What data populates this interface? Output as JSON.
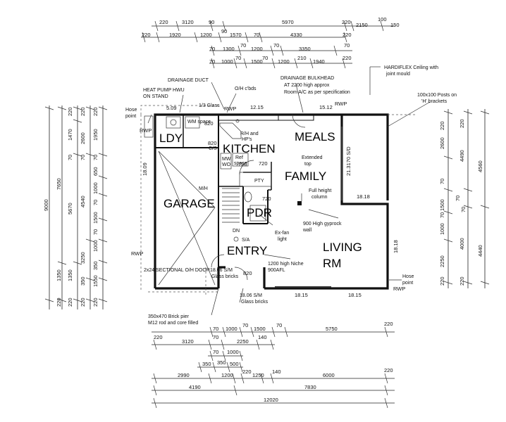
{
  "dims_top": {
    "r1": [
      "220",
      "3120",
      "90",
      "5970",
      "220",
      "2150",
      "100",
      "150"
    ],
    "r2": [
      "220",
      "1920",
      "1200",
      "90",
      "1570",
      "70",
      "4330",
      "220"
    ],
    "r3": [
      "70",
      "1300",
      "70",
      "1200",
      "70",
      "3350",
      "70"
    ],
    "r4": [
      "70",
      "1000",
      "70",
      "1500",
      "70",
      "1200",
      "210",
      "1940",
      "220"
    ]
  },
  "dims_left_outer": [
    "9000"
  ],
  "dims_left_a": [
    "7650",
    "1350",
    "220"
  ],
  "dims_left_b": [
    "220",
    "1470",
    "70",
    "5670",
    "1350",
    "220"
  ],
  "dims_left_c": [
    "220",
    "2600",
    "70",
    "4540",
    "3250",
    "350",
    "220"
  ],
  "dims_left_d": [
    "220",
    "1950",
    "70",
    "650",
    "1000",
    "70",
    "1500",
    "70",
    "1000",
    "350",
    "1550",
    "220"
  ],
  "dims_right_a": [
    "220",
    "2600",
    "70",
    "1500",
    "70",
    "1000",
    "2250",
    "220"
  ],
  "dims_right_b": [
    "220",
    "4490",
    "70",
    "70",
    "4000",
    "220"
  ],
  "dims_right_c": [
    "4560",
    "4440"
  ],
  "dims_bottom": {
    "r1": [
      "70",
      "1000",
      "70",
      "1500",
      "70",
      "5750",
      "220"
    ],
    "r2": [
      "220",
      "3120",
      "70",
      "2250",
      "140"
    ],
    "r3": [
      "70",
      "1000"
    ],
    "r4": [
      "350",
      "350",
      "500"
    ],
    "r5": [
      "2990",
      "1200",
      "220",
      "1250",
      "140",
      "6000",
      "220"
    ],
    "r6": [
      "4190",
      "7830"
    ],
    "r7": [
      "12020"
    ]
  },
  "rooms": {
    "ldy": "LDY",
    "kitchen": "KITCHEN",
    "meals": "MEALS",
    "family": "FAMILY",
    "garage": "GARAGE",
    "pdr": "PDR",
    "entry": "ENTRY",
    "living": "LIVING",
    "rm": "RM"
  },
  "notes": {
    "drainage_duct": "DRAINAGE DUCT",
    "drainage_bulkhead": "DRAINAGE BULKHEAD",
    "bulkhead_2": "AT 2200 high approx",
    "aircon": "Room A/C as per specification",
    "hardiflex_1": "HARDIFLEX Ceiling with",
    "hardiflex_2": "joint mould",
    "heat_pump_1": "HEAT PUMP HWU",
    "heat_pump_2": "ON STAND",
    "oh_cbds": "O/H c'bds",
    "glass_13": "1/3 Glass",
    "posts_1": "100x100 Posts on",
    "posts_2": "'H' brackets",
    "hose_1": "Hose",
    "hose_2": "point",
    "rwp": "RWP",
    "wm_space": "WM\nspace",
    "rh_hps_1": "R/H and",
    "rh_hps_2": "HP's",
    "cs": "C/S",
    "ref_1": "Ref",
    "ref_2": "space",
    "mw_1": "MW",
    "mw_2": "WO",
    "ext_top_1": "Extended",
    "ext_top_2": "top",
    "pty": "PTY",
    "full_height_1": "Full height",
    "full_height_2": "column",
    "gyprock_1": "900 High gyprock",
    "gyprock_2": "wall",
    "exfan_1": "Ex-fan",
    "exfan_2": "light",
    "niche_1": "1200 high Niche",
    "niche_2": "900AFL",
    "sa": "S/A",
    "dn": "DN",
    "mh": "M/H",
    "sectional": "2x24 SECTIONAL O/H DOOR",
    "glass_bricks_1": "18.06 S/M",
    "glass_bricks_2": "Glass bricks",
    "brick_pier_1": "350x470 Brick pier",
    "brick_pier_2": "M12 rod and core filled",
    "w_509": "5.09",
    "w_1215": "12.15",
    "w_1512": "15.12",
    "w_1809": "18.09",
    "w_2137": "21.3170 S/D",
    "w_1818": "18.18",
    "w_1818b": "18.18",
    "w_1815a": "18.15",
    "w_1815b": "18.15",
    "w_820a": "820",
    "w_820b": "820",
    "w_820c": "820",
    "w_720a": "720",
    "w_720b": "720",
    "w_720c": "720"
  }
}
